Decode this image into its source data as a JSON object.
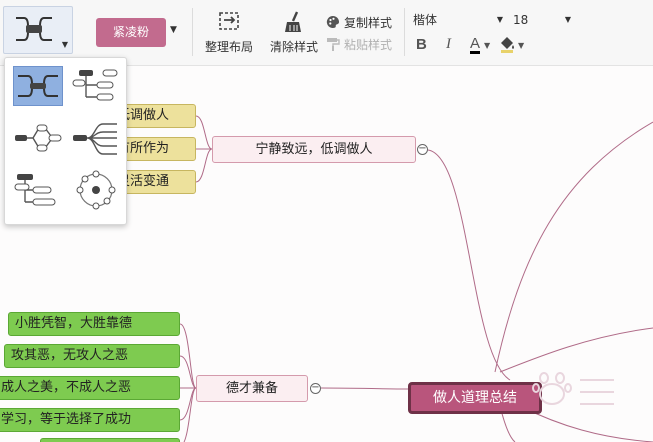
{
  "toolbar": {
    "theme_label": "紧凌粉",
    "arrange_label": "整理布局",
    "clear_style_label": "清除样式",
    "copy_style_label": "复制样式",
    "paste_style_label": "粘贴样式",
    "font_family": "楷体",
    "font_size": "18",
    "bold_label": "B",
    "italic_label": "I",
    "font_color_label": "A"
  },
  "layout_menu": {
    "options": [
      "mind-map",
      "logical-structure",
      "tree-org",
      "fishbone",
      "right-org",
      "free"
    ],
    "selected": "mind-map"
  },
  "mindmap": {
    "root": "做人道理总结",
    "branch1": {
      "label": "宁静致远，低调做人",
      "children": [
        "低调做人",
        "有所作为",
        "灵活变通"
      ]
    },
    "branch2": {
      "label": "德才兼备",
      "children": [
        "小胜凭智，大胜靠德",
        "攻其恶，无攻人之恶",
        "成人之美，不成人之恶",
        "学习，等于选择了成功"
      ]
    },
    "toggle_symbol": "−"
  },
  "colors": {
    "theme_button": "#c26b8e",
    "root_fill": "#b9557c",
    "link": "#b06b88",
    "leaf_yellow": "#ede19c",
    "leaf_green": "#7ecb50"
  }
}
